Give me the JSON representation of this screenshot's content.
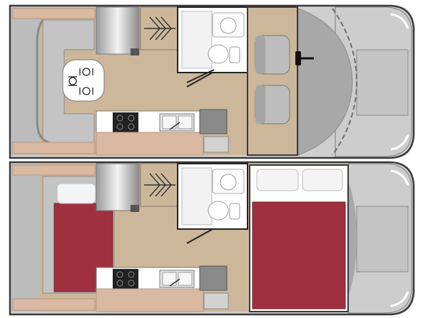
{
  "diagram": {
    "kind": "rv-floorplan",
    "layouts": [
      {
        "id": "day",
        "mode": "day-layout",
        "rooms": [
          "dinette-table",
          "bathroom",
          "cab-seats",
          "kitchen",
          "wardrobe"
        ]
      },
      {
        "id": "night",
        "mode": "night-layout",
        "rooms": [
          "rear-bed",
          "double-bed",
          "bathroom",
          "kitchen",
          "wardrobe"
        ]
      }
    ],
    "colors": {
      "floor": "#cdb79a",
      "cabinet": "#d9b9a1",
      "wall": "#3a3a3a",
      "exterior": "#cfcfcf",
      "seat": "#bdbdbd",
      "bed": "#a03040",
      "pillow": "#f4f4f4",
      "fixture": "#ffffff"
    }
  }
}
